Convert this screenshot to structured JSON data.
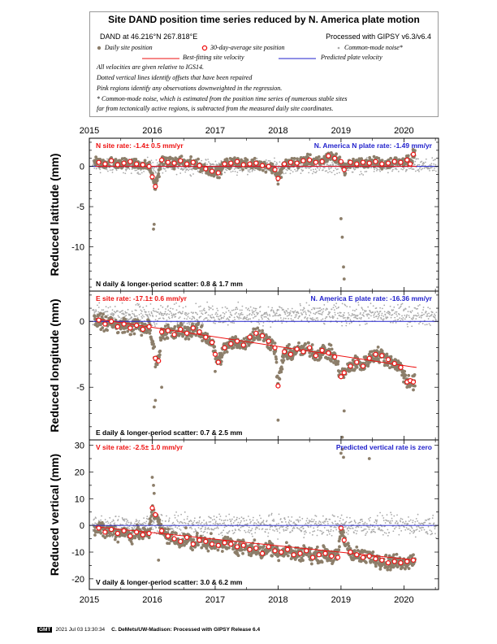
{
  "header": {
    "title": "Site DAND position time series reduced by N. America plate motion",
    "location": "DAND at 46.216°N 267.818°E",
    "processing": "Processed with GIPSY v6.3/v6.4",
    "legend": {
      "daily": "Daily site position",
      "avg30": "30-day-average site position",
      "cm_noise": "Common-mode noise*",
      "best_fit": "Best-fitting site velocity",
      "predicted": "Predicted plate velocity"
    },
    "notes": [
      "All velocities are given relative to IGS14.",
      "Dotted vertical lines identify offsets that have been repaired",
      "Pink regions identify any observations downweighted in the regression.",
      "* Common-mode noise, which is estimated from the position time series of numerous stable sites",
      "far from tectonically active regions, is subtracted from the measured daily site coordinates."
    ],
    "colors": {
      "daily": "#8c7e6a",
      "avg30": "#ee1111",
      "cm_noise": "#a9a9a9",
      "fit": "#ee1111",
      "predicted": "#2222cc"
    }
  },
  "footer": {
    "logo": "GMT",
    "timestamp": "2021 Jul 03 13:30:34",
    "credit": "C. DeMets/UW-Madison: Processed with GIPSY Release 6.4"
  },
  "chart_data": [
    {
      "type": "scatter",
      "panel": "north",
      "ylabel": "Reduced latitude (mm)",
      "xlim": [
        2015.0,
        2020.55
      ],
      "ylim": [
        -15.5,
        3.5
      ],
      "xticks": [
        2015,
        2016,
        2017,
        2018,
        2019,
        2020
      ],
      "yticks": [
        0,
        -5,
        -10
      ],
      "rate_text": "N site rate:  -1.4± 0.5 mm/yr",
      "plate_text": "N. America N plate rate:  -1.49 mm/yr",
      "scatter_text": "N daily & longer-period scatter:    0.8 &    1.7 mm",
      "fit": {
        "x": [
          2015.1,
          2020.2
        ],
        "y": [
          0,
          0
        ]
      },
      "predicted": 0,
      "avg30": {
        "x": [
          2015.15,
          2015.25,
          2015.35,
          2015.45,
          2015.55,
          2015.65,
          2015.75,
          2015.85,
          2015.95,
          2016.0,
          2016.05,
          2016.15,
          2016.25,
          2016.35,
          2016.45,
          2016.55,
          2016.65,
          2016.75,
          2016.85,
          2016.95,
          2017.05,
          2017.15,
          2017.25,
          2017.35,
          2017.45,
          2017.55,
          2017.65,
          2017.75,
          2017.85,
          2017.95,
          2018.0,
          2018.1,
          2018.2,
          2018.3,
          2018.4,
          2018.5,
          2018.6,
          2018.7,
          2018.8,
          2018.9,
          2019.0,
          2019.05,
          2019.15,
          2019.25,
          2019.35,
          2019.45,
          2019.55,
          2019.65,
          2019.75,
          2019.85,
          2019.95,
          2020.05,
          2020.1,
          2020.15
        ],
        "y": [
          0.5,
          0.3,
          0.7,
          0.2,
          0.4,
          0.6,
          0.3,
          0.2,
          0.0,
          -1.3,
          -2.5,
          0.8,
          0.5,
          0.4,
          0.7,
          0.3,
          0.5,
          0.1,
          -0.3,
          -0.6,
          -0.8,
          0.3,
          0.4,
          0.6,
          0.2,
          0.3,
          0.4,
          0.1,
          0.0,
          -0.4,
          -1.5,
          0.3,
          0.5,
          0.4,
          0.7,
          0.8,
          0.5,
          0.6,
          1.3,
          1.0,
          0.6,
          -0.4,
          0.5,
          0.3,
          0.5,
          0.4,
          0.6,
          0.3,
          0.4,
          0.6,
          0.5,
          0.8,
          0.3,
          1.5
        ]
      }
    },
    {
      "type": "scatter",
      "panel": "east",
      "ylabel": "Reduced longitude (mm)",
      "xlim": [
        2015.0,
        2020.55
      ],
      "ylim": [
        -9.0,
        2.3
      ],
      "xticks": [
        2015,
        2016,
        2017,
        2018,
        2019,
        2020
      ],
      "yticks": [
        0,
        -5
      ],
      "rate_text": "E site rate:  -17.1± 0.6 mm/yr",
      "plate_text": "N. America E plate rate:  -16.36 mm/yr",
      "scatter_text": "E daily & longer-period scatter:    0.7 &    2.5 mm",
      "fit": {
        "x": [
          2015.1,
          2020.2
        ],
        "y": [
          0.2,
          -3.5
        ]
      },
      "predicted": 0,
      "avg30": {
        "x": [
          2015.15,
          2015.25,
          2015.35,
          2015.45,
          2015.55,
          2015.65,
          2015.75,
          2015.85,
          2015.95,
          2016.05,
          2016.1,
          2016.15,
          2016.25,
          2016.35,
          2016.45,
          2016.55,
          2016.65,
          2016.75,
          2016.85,
          2016.95,
          2017.0,
          2017.05,
          2017.15,
          2017.25,
          2017.35,
          2017.45,
          2017.55,
          2017.65,
          2017.75,
          2017.85,
          2017.95,
          2018.0,
          2018.1,
          2018.2,
          2018.3,
          2018.4,
          2018.5,
          2018.6,
          2018.7,
          2018.8,
          2018.9,
          2019.0,
          2019.05,
          2019.15,
          2019.25,
          2019.35,
          2019.45,
          2019.55,
          2019.65,
          2019.75,
          2019.85,
          2019.95,
          2020.05,
          2020.1,
          2020.15
        ],
        "y": [
          0.1,
          -0.2,
          0.0,
          -0.4,
          -0.2,
          -0.5,
          -0.3,
          -0.6,
          -0.4,
          -2.8,
          -3.0,
          -0.8,
          -0.7,
          -1.0,
          -0.6,
          -0.9,
          -0.5,
          -0.8,
          -1.2,
          -1.6,
          -2.5,
          -3.1,
          -2.0,
          -1.7,
          -1.5,
          -1.8,
          -1.2,
          -0.9,
          -1.1,
          -1.5,
          -2.0,
          -4.9,
          -2.3,
          -2.5,
          -2.1,
          -2.3,
          -2.0,
          -2.6,
          -2.2,
          -2.4,
          -2.7,
          -4.2,
          -3.9,
          -3.4,
          -3.1,
          -3.4,
          -2.8,
          -2.5,
          -2.6,
          -2.9,
          -3.2,
          -3.5,
          -4.6,
          -4.5,
          -4.6
        ]
      }
    },
    {
      "type": "scatter",
      "panel": "vertical",
      "ylabel": "Reduced vertical (mm)",
      "xlim": [
        2015.0,
        2020.55
      ],
      "ylim": [
        -24.0,
        32.0
      ],
      "xticks": [
        2015,
        2016,
        2017,
        2018,
        2019,
        2020
      ],
      "yticks": [
        30,
        20,
        10,
        0,
        -10,
        -20
      ],
      "rate_text": "V site rate:  -2.5± 1.0 mm/yr",
      "plate_text": "Predicted vertical rate is zero",
      "scatter_text": "V daily & longer-period scatter:    3.0 &    6.2 mm",
      "fit": {
        "x": [
          2015.1,
          2020.2
        ],
        "y": [
          -0.5,
          -13.0
        ]
      },
      "predicted": 0,
      "avg30": {
        "x": [
          2015.15,
          2015.25,
          2015.35,
          2015.45,
          2015.55,
          2015.65,
          2015.75,
          2015.85,
          2015.95,
          2016.0,
          2016.05,
          2016.15,
          2016.25,
          2016.35,
          2016.45,
          2016.55,
          2016.65,
          2016.75,
          2016.85,
          2016.95,
          2017.05,
          2017.15,
          2017.25,
          2017.35,
          2017.45,
          2017.55,
          2017.65,
          2017.75,
          2017.85,
          2017.95,
          2018.05,
          2018.15,
          2018.25,
          2018.35,
          2018.45,
          2018.55,
          2018.65,
          2018.75,
          2018.85,
          2018.95,
          2019.0,
          2019.05,
          2019.15,
          2019.25,
          2019.35,
          2019.45,
          2019.55,
          2019.65,
          2019.75,
          2019.85,
          2019.95,
          2020.05,
          2020.15
        ],
        "y": [
          -1.0,
          -2.5,
          -1.5,
          -3.0,
          -2.0,
          -4.0,
          -2.5,
          -3.5,
          -3.0,
          6.5,
          4.0,
          -2.0,
          -4.0,
          -5.0,
          -6.0,
          -4.5,
          -7.0,
          -5.5,
          -6.0,
          -7.0,
          -7.5,
          -6.5,
          -7.0,
          -8.0,
          -7.5,
          -9.0,
          -8.5,
          -10.5,
          -8.0,
          -9.5,
          -10.0,
          -9.0,
          -11.0,
          -10.5,
          -9.5,
          -12.0,
          -11.0,
          -10.5,
          -11.5,
          -12.0,
          -1.0,
          -5.5,
          -10.0,
          -11.0,
          -12.0,
          -11.5,
          -12.5,
          -13.0,
          -14.0,
          -13.5,
          -14.0,
          -13.5,
          -13.0
        ]
      }
    }
  ]
}
